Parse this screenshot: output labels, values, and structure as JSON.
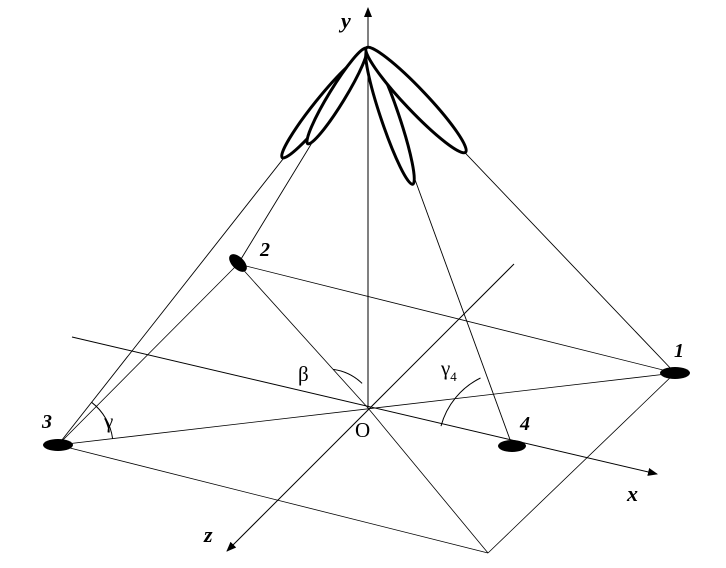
{
  "axes": {
    "x": "x",
    "y": "y",
    "z": "z",
    "origin": "O"
  },
  "points": [
    "1",
    "2",
    "3",
    "4"
  ],
  "angles": {
    "beta": "β",
    "gamma": "γ",
    "gamma4": "γ",
    "gamma4_sub": "4"
  },
  "colors": {
    "line": "#000000",
    "background": "#ffffff"
  }
}
